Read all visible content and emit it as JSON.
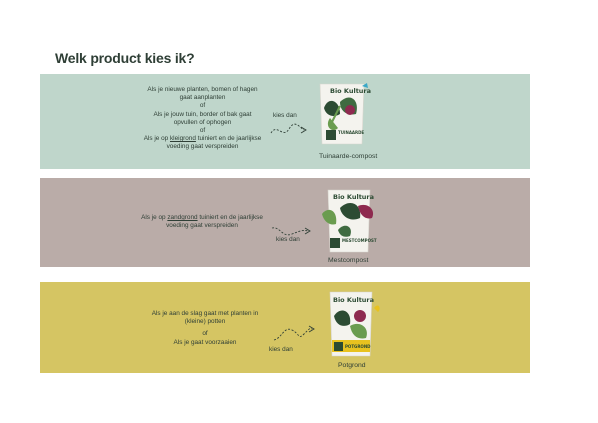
{
  "page": {
    "title": "Welk product kies ik?"
  },
  "colors": {
    "band_1": "#bfd6cb",
    "band_2": "#baaca8",
    "band_3": "#d5c563",
    "text": "#2f3f36",
    "bag": "#f4f3ee",
    "leaf_dark": "#2c4b33",
    "leaf_green": "#6a9c4f",
    "berry": "#8e2a4f",
    "accent_blue": "#3aa8c7"
  },
  "products": [
    {
      "conditions": {
        "l1": "Als je nieuwe planten, bomen of hagen",
        "l2": "gaat aanplanten",
        "l3": "of",
        "l4": "Als je jouw tuin, border of bak gaat",
        "l5": "opvullen of ophogen",
        "l6": "of",
        "l7a": "Als  je op ",
        "l7u": "kleigrond",
        "l7b": " tuiniert en de jaarlijkse",
        "l8": "voeding gaat verspreiden"
      },
      "kies_label": "kies dan",
      "brand": "Bio Kultura",
      "bag_text": "TUINAARDE COMPOST",
      "product_name": "Tuinaarde-compost"
    },
    {
      "conditions": {
        "l1a": "Als  je op ",
        "l1u": "zandgrond",
        "l1b": " tuiniert en de jaarlijkse",
        "l2": "voeding gaat verspreiden"
      },
      "kies_label": "kies dan",
      "brand": "Bio Kultura",
      "bag_text": "MESTCOMPOST",
      "product_name": "Mestcompost"
    },
    {
      "conditions": {
        "l1": "Als je aan de slag gaat met planten in",
        "l2": "(kleine) potten",
        "l3": "of",
        "l4": "Als je gaat voorzaaien"
      },
      "kies_label": "kies dan",
      "brand": "Bio Kultura",
      "bag_text": "POTGROND",
      "product_name": "Potgrond"
    }
  ]
}
